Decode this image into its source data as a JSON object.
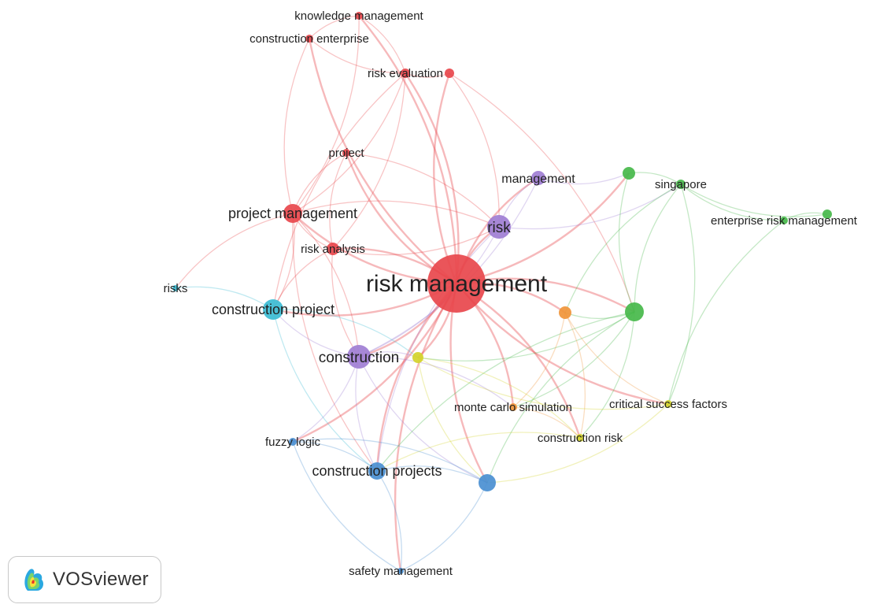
{
  "software_badge": "VOSviewer",
  "cluster_colors": {
    "red": "#e8474c",
    "green": "#47b84a",
    "blue": "#4a8fd1",
    "yellow": "#d4d42a",
    "purple": "#a07ed4",
    "cyan": "#3bbcd4",
    "orange": "#f0953a"
  },
  "nodes": [
    {
      "id": "risk-management",
      "label": "risk management",
      "cluster": "red"
    },
    {
      "id": "knowledge-management",
      "label": "knowledge management",
      "cluster": "red"
    },
    {
      "id": "construction-enterprise",
      "label": "construction enterprise",
      "cluster": "red"
    },
    {
      "id": "risk-evaluation",
      "label": "risk evaluation",
      "cluster": "red"
    },
    {
      "id": "risk-evaluation-b",
      "label": "",
      "cluster": "red"
    },
    {
      "id": "project",
      "label": "project",
      "cluster": "red"
    },
    {
      "id": "project-management",
      "label": "project management",
      "cluster": "red"
    },
    {
      "id": "risk-analysis",
      "label": "risk analysis",
      "cluster": "red"
    },
    {
      "id": "management",
      "label": "management",
      "cluster": "purple"
    },
    {
      "id": "risk",
      "label": "risk",
      "cluster": "purple"
    },
    {
      "id": "construction",
      "label": "construction",
      "cluster": "purple"
    },
    {
      "id": "singapore-a",
      "label": "",
      "cluster": "green"
    },
    {
      "id": "singapore",
      "label": "singapore",
      "cluster": "green"
    },
    {
      "id": "enterprise-risk-management",
      "label": "enterprise risk management",
      "cluster": "green"
    },
    {
      "id": "erm-b",
      "label": "",
      "cluster": "green"
    },
    {
      "id": "green-hub",
      "label": "",
      "cluster": "green"
    },
    {
      "id": "risks",
      "label": "risks",
      "cluster": "cyan"
    },
    {
      "id": "construction-project",
      "label": "construction project",
      "cluster": "cyan"
    },
    {
      "id": "orange-node",
      "label": "",
      "cluster": "orange"
    },
    {
      "id": "yellow-node",
      "label": "",
      "cluster": "yellow"
    },
    {
      "id": "monte-carlo-simulation",
      "label": "monte carlo simulation",
      "cluster": "orange"
    },
    {
      "id": "critical-success-factors",
      "label": "critical success factors",
      "cluster": "yellow"
    },
    {
      "id": "construction-risk",
      "label": "construction risk",
      "cluster": "yellow"
    },
    {
      "id": "fuzzy-logic",
      "label": "fuzzy logic",
      "cluster": "blue"
    },
    {
      "id": "construction-projects",
      "label": "construction projects",
      "cluster": "blue"
    },
    {
      "id": "blue-hub",
      "label": "",
      "cluster": "blue"
    },
    {
      "id": "safety-management",
      "label": "safety management",
      "cluster": "blue"
    }
  ],
  "links": [
    [
      "risk-management",
      "knowledge-management"
    ],
    [
      "risk-management",
      "construction-enterprise"
    ],
    [
      "risk-management",
      "risk-evaluation"
    ],
    [
      "risk-management",
      "risk-evaluation-b"
    ],
    [
      "risk-management",
      "project"
    ],
    [
      "risk-management",
      "project-management"
    ],
    [
      "risk-management",
      "risk-analysis"
    ],
    [
      "risk-management",
      "management"
    ],
    [
      "risk-management",
      "risk"
    ],
    [
      "risk-management",
      "construction"
    ],
    [
      "risk-management",
      "green-hub"
    ],
    [
      "risk-management",
      "singapore-a"
    ],
    [
      "risk-management",
      "construction-project"
    ],
    [
      "risk-management",
      "orange-node"
    ],
    [
      "risk-management",
      "yellow-node"
    ],
    [
      "risk-management",
      "construction-projects"
    ],
    [
      "risk-management",
      "blue-hub"
    ],
    [
      "risk-management",
      "monte-carlo-simulation"
    ],
    [
      "risk-management",
      "critical-success-factors"
    ],
    [
      "risk-management",
      "fuzzy-logic"
    ],
    [
      "risk-management",
      "safety-management"
    ],
    [
      "risk-management",
      "construction-risk"
    ],
    [
      "project-management",
      "knowledge-management"
    ],
    [
      "project-management",
      "construction-enterprise"
    ],
    [
      "project-management",
      "risk-evaluation"
    ],
    [
      "project-management",
      "risk-analysis"
    ],
    [
      "project-management",
      "construction-project"
    ],
    [
      "project-management",
      "risks"
    ],
    [
      "project-management",
      "construction"
    ],
    [
      "project-management",
      "risk"
    ],
    [
      "project-management",
      "project"
    ],
    [
      "project-management",
      "construction-projects"
    ],
    [
      "knowledge-management",
      "construction-enterprise"
    ],
    [
      "knowledge-management",
      "risk-evaluation"
    ],
    [
      "construction-enterprise",
      "risk-evaluation"
    ],
    [
      "risk-evaluation",
      "risk-evaluation-b"
    ],
    [
      "risk-evaluation",
      "risk-analysis"
    ],
    [
      "risk-evaluation",
      "construction-project"
    ],
    [
      "risk-evaluation-b",
      "green-hub"
    ],
    [
      "risk-evaluation-b",
      "risk"
    ],
    [
      "project",
      "risk-analysis"
    ],
    [
      "project",
      "risk"
    ],
    [
      "risk-analysis",
      "construction-project"
    ],
    [
      "risk-analysis",
      "construction"
    ],
    [
      "risk-analysis",
      "risk"
    ],
    [
      "risk",
      "management"
    ],
    [
      "risk",
      "construction"
    ],
    [
      "risk",
      "singapore"
    ],
    [
      "risk",
      "construction-projects"
    ],
    [
      "management",
      "construction"
    ],
    [
      "management",
      "singapore-a"
    ],
    [
      "construction",
      "construction-project"
    ],
    [
      "construction",
      "yellow-node"
    ],
    [
      "construction",
      "construction-projects"
    ],
    [
      "construction",
      "blue-hub"
    ],
    [
      "construction",
      "monte-carlo-simulation"
    ],
    [
      "construction",
      "fuzzy-logic"
    ],
    [
      "construction-project",
      "risks"
    ],
    [
      "construction-project",
      "construction-projects"
    ],
    [
      "construction-project",
      "yellow-node"
    ],
    [
      "singapore-a",
      "singapore"
    ],
    [
      "singapore-a",
      "green-hub"
    ],
    [
      "singapore",
      "enterprise-risk-management"
    ],
    [
      "singapore",
      "erm-b"
    ],
    [
      "singapore",
      "green-hub"
    ],
    [
      "singapore",
      "critical-success-factors"
    ],
    [
      "singapore",
      "orange-node"
    ],
    [
      "enterprise-risk-management",
      "erm-b"
    ],
    [
      "enterprise-risk-management",
      "critical-success-factors"
    ],
    [
      "green-hub",
      "orange-node"
    ],
    [
      "green-hub",
      "blue-hub"
    ],
    [
      "green-hub",
      "construction-risk"
    ],
    [
      "green-hub",
      "monte-carlo-simulation"
    ],
    [
      "green-hub",
      "yellow-node"
    ],
    [
      "green-hub",
      "construction-projects"
    ],
    [
      "orange-node",
      "monte-carlo-simulation"
    ],
    [
      "orange-node",
      "construction-risk"
    ],
    [
      "orange-node",
      "critical-success-factors"
    ],
    [
      "yellow-node",
      "critical-success-factors"
    ],
    [
      "yellow-node",
      "construction-risk"
    ],
    [
      "yellow-node",
      "blue-hub"
    ],
    [
      "monte-carlo-simulation",
      "construction-risk"
    ],
    [
      "construction-risk",
      "construction-projects"
    ],
    [
      "critical-success-factors",
      "blue-hub"
    ],
    [
      "construction-projects",
      "blue-hub"
    ],
    [
      "construction-projects",
      "fuzzy-logic"
    ],
    [
      "construction-projects",
      "safety-management"
    ],
    [
      "blue-hub",
      "safety-management"
    ],
    [
      "blue-hub",
      "fuzzy-logic"
    ],
    [
      "fuzzy-logic",
      "safety-management"
    ]
  ]
}
